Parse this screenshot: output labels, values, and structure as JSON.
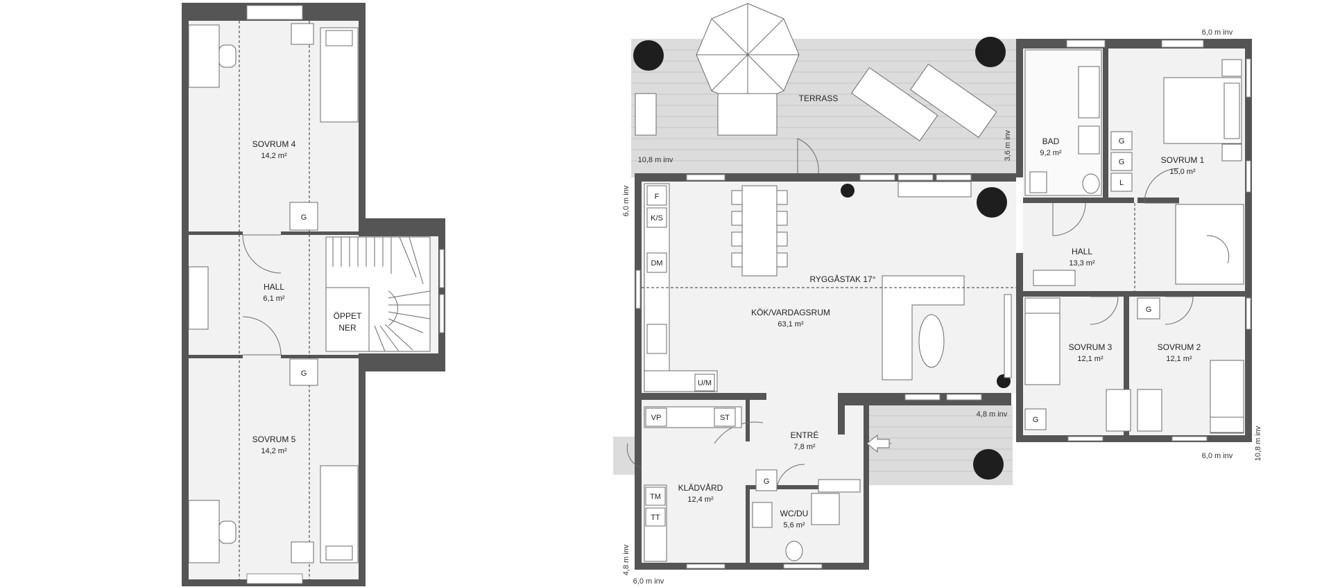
{
  "upper_floor": {
    "sovrum4": {
      "name": "SOVRUM 4",
      "area": "14,2 m²"
    },
    "hall": {
      "name": "HALL",
      "area": "6,1 m²"
    },
    "stair_line1": "ÖPPET",
    "stair_line2": "NER",
    "sovrum5": {
      "name": "SOVRUM 5",
      "area": "14,2 m²"
    },
    "g_label": "G"
  },
  "ground_floor": {
    "terrass": "TERRASS",
    "kok": {
      "name": "KÖK/VARDAGSRUM",
      "area": "63,1 m²"
    },
    "ryggastak": "RYGGÅSTAK 17°",
    "bad": {
      "name": "BAD",
      "area": "9,2 m²"
    },
    "sovrum1": {
      "name": "SOVRUM 1",
      "area": "15,0 m²"
    },
    "hall": {
      "name": "HALL",
      "area": "13,3 m²"
    },
    "sovrum3": {
      "name": "SOVRUM 3",
      "area": "12,1 m²"
    },
    "sovrum2": {
      "name": "SOVRUM 2",
      "area": "12,1 m²"
    },
    "entre": {
      "name": "ENTRÉ",
      "area": "7,8 m²"
    },
    "kladvard": {
      "name": "KLÄDVÅRD",
      "area": "12,4 m²"
    },
    "wcdu": {
      "name": "WC/DU",
      "area": "5,6 m²"
    }
  },
  "appliances": {
    "f": "F",
    "ks": "K/S",
    "dm": "DM",
    "um": "U/M",
    "vp": "VP",
    "st": "ST",
    "tm": "TM",
    "tt": "TT",
    "g": "G",
    "l": "L"
  },
  "dimensions": {
    "d1": "6,0 m inv",
    "d2": "10,8 m inv",
    "d3": "6,0 m inv",
    "d4": "3,6 m inv",
    "d5": "4,8 m inv",
    "d6": "10,8 m inv",
    "d7": "6,0 m inv",
    "d8": "4,8 m inv",
    "d9": "6,0 m inv"
  }
}
